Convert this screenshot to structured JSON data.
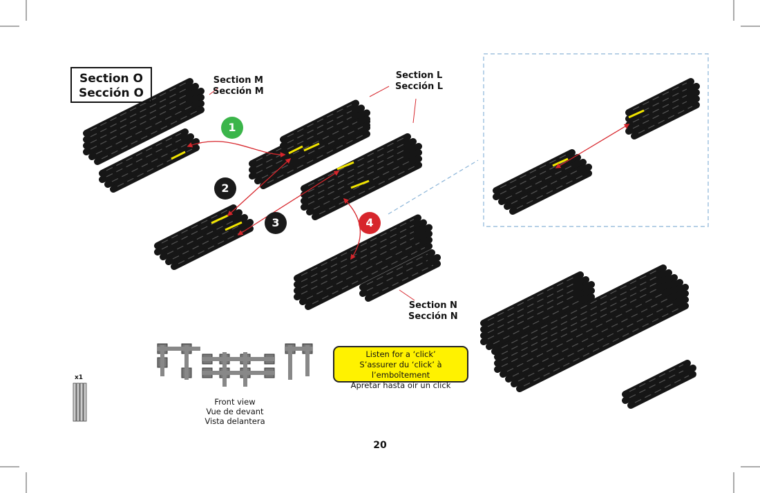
{
  "section_title": {
    "line1": "Section O",
    "line2": "Sección O"
  },
  "labels": {
    "section_m": {
      "line1": "Section M",
      "line2": "Sección M"
    },
    "section_l": {
      "line1": "Section L",
      "line2": "Sección L"
    },
    "section_n": {
      "line1": "Section N",
      "line2": "Sección N"
    }
  },
  "steps": [
    {
      "number": "1",
      "color": "#3bb54a"
    },
    {
      "number": "2",
      "color": "#1a1a1a"
    },
    {
      "number": "3",
      "color": "#1a1a1a"
    },
    {
      "number": "4",
      "color": "#d7262c"
    }
  ],
  "click_note": {
    "line1": "Listen for a ‘click’",
    "line2": "S’assurer du ‘click’ à l’emboîtement",
    "line3": "Apretar hasta oír un click"
  },
  "front_view": {
    "line1": "Front view",
    "line2": "Vue de devant",
    "line3": "Vista delantera"
  },
  "part_quantity": "x1",
  "page_number": "20",
  "colors": {
    "arrow": "#d7262c",
    "highlight": "#f2e500",
    "inset_border": "#8ab4d8",
    "note_bg": "#fff200"
  }
}
